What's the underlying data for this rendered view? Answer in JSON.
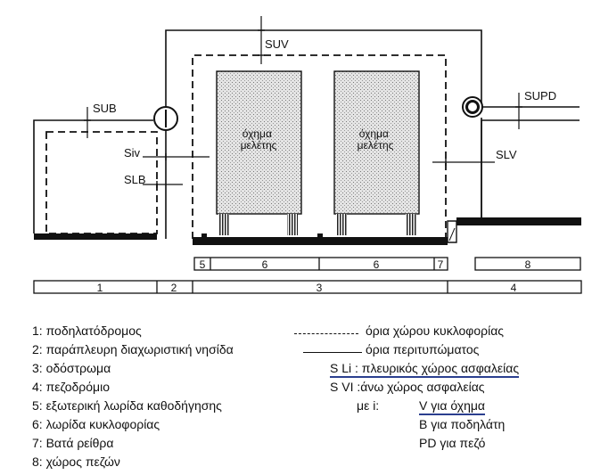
{
  "diagram": {
    "labels": {
      "s_uv": "SUV",
      "s_ub": "SUB",
      "s_upd": "SUPD",
      "s_iv": "Siv",
      "s_lb": "SLB",
      "s_lv": "SLV",
      "vehicle_left": [
        "όχημα",
        "μελέτης"
      ],
      "vehicle_right": [
        "όχημα",
        "μελέτης"
      ]
    },
    "strips": {
      "upper": [
        "5",
        "6",
        "6",
        "7",
        "8"
      ],
      "lower": [
        "1",
        "2",
        "3",
        "4"
      ]
    }
  },
  "legend": {
    "left": [
      "1: ποδηλατόδρομος",
      "2: παράπλευρη διαχωριστική νησίδα",
      "3: οδόστρωμα",
      "4: πεζοδρόμιο",
      "5: εξωτερική λωρίδα καθοδήγησης",
      "6: λωρίδα κυκλοφορίας",
      "7: Βατά ρείθρα",
      "8: χώρος πεζών"
    ],
    "dashed_label": "όρια χώρου κυκλοφορίας",
    "solid_label": "όρια περιτυπώματος",
    "sli": "S Li : πλευρικός χώρος ασφαλείας",
    "svi": "S VI :άνω χώρος ασφαλείας",
    "me_i": "με i:",
    "v": "V για όχημα",
    "b": "B για ποδηλάτη",
    "pd": "PD για πεζό"
  }
}
